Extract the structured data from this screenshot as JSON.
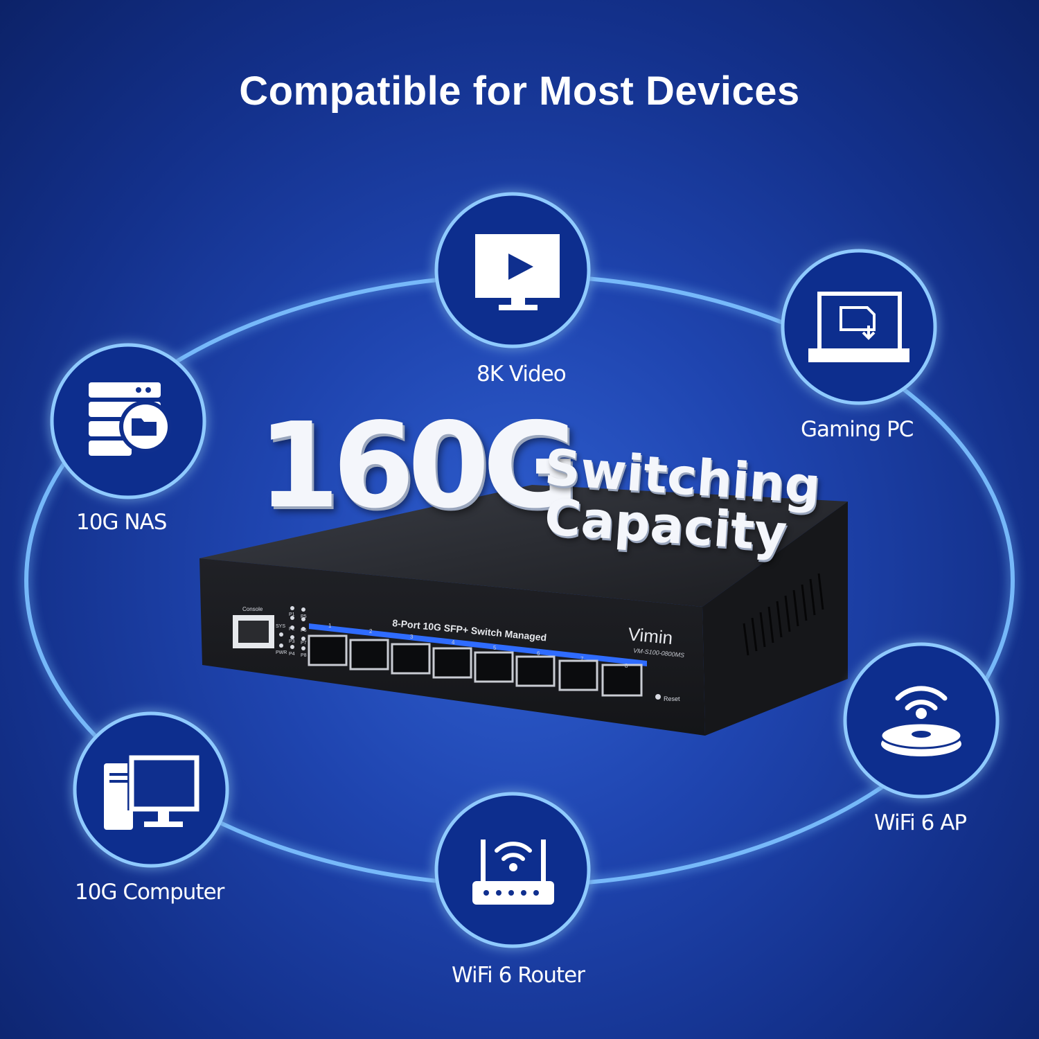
{
  "headline": "Compatible for Most Devices",
  "capacity": {
    "number": "160G",
    "line1": "Switching",
    "line2": "Capacity"
  },
  "devices": [
    {
      "label": "8K Video",
      "icon": "video-monitor-icon"
    },
    {
      "label": "Gaming PC",
      "icon": "laptop-icon"
    },
    {
      "label": "10G NAS",
      "icon": "nas-server-icon"
    },
    {
      "label": "WiFi 6 AP",
      "icon": "access-point-icon"
    },
    {
      "label": "10G Computer",
      "icon": "desktop-computer-icon"
    },
    {
      "label": "WiFi 6 Router",
      "icon": "router-icon"
    }
  ],
  "switch": {
    "brand": "Vimin",
    "model": "VM-S100-0800MS",
    "panel_title": "8-Port 10G SFP+ Switch Managed",
    "console_label": "Console",
    "reset_label": "Reset",
    "led_labels": [
      "P1",
      "P2",
      "P3",
      "P4",
      "P5",
      "P6",
      "P7",
      "P8",
      "SYS",
      "PWR"
    ],
    "port_numbers": [
      "1",
      "2",
      "3",
      "4",
      "5",
      "6",
      "7",
      "8"
    ]
  },
  "colors": {
    "background": "#1f45b0",
    "ring_glow": "#6fb4ff",
    "badge_fill": "#0f2f8e",
    "text": "#ffffff",
    "switch_body": "#1c1d21"
  }
}
